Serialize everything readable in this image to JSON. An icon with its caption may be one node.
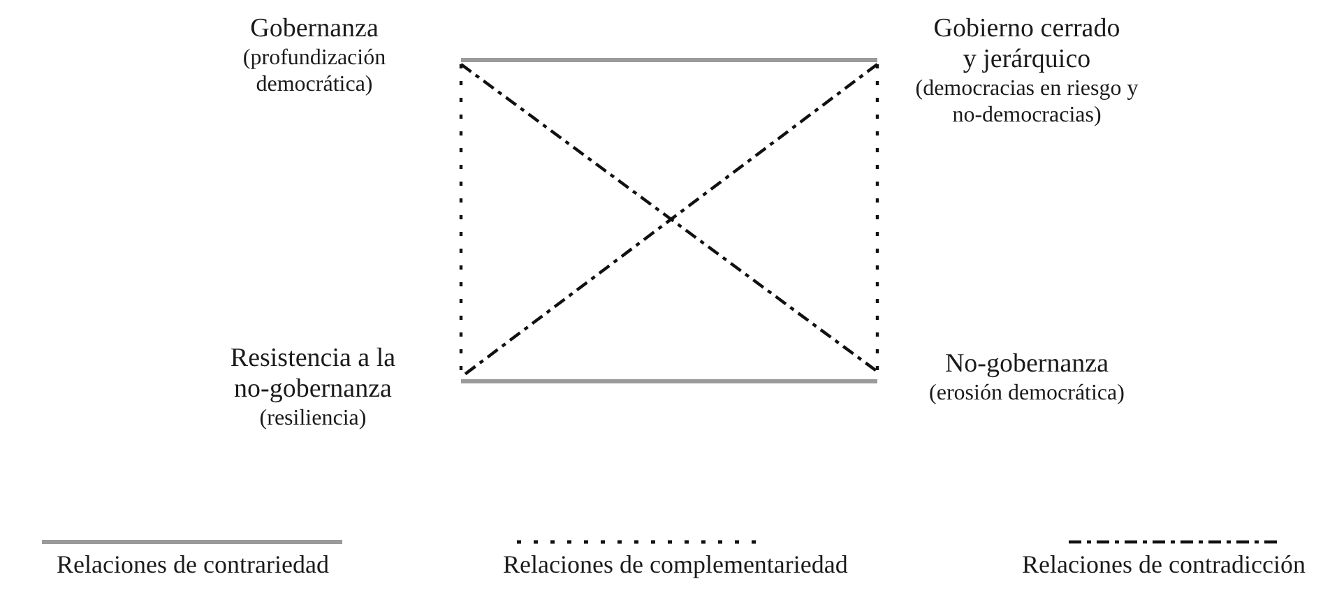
{
  "diagram": {
    "nodes": [
      {
        "text": [
          "Gobernanza",
          "(profundización democrática)"
        ]
      },
      {
        "text": [
          "Gobierno cerrado y jerárquico",
          "(democracias en riesgo y no-democracias)"
        ]
      },
      {
        "text": [
          "Resistencia a la no-gobernanza",
          "(resiliencia)"
        ]
      },
      {
        "text": [
          "No-gobernanza",
          "(erosión democrática)"
        ]
      }
    ],
    "edges": [
      {
        "from": 0,
        "to": 1,
        "arrow": "none",
        "color": "#9a9a9a"
      },
      {
        "from": 0,
        "to": 2,
        "arrow": "none",
        "style": "dashed"
      },
      {
        "from": 1,
        "to": 3,
        "arrow": "none",
        "style": "dashed"
      },
      {
        "from": 0,
        "to": 3,
        "arrow": "none",
        "style": "dashed"
      },
      {
        "from": 1,
        "to": 2,
        "arrow": "none",
        "style": "dashed"
      },
      {
        "from": 2,
        "to": 3,
        "arrow": "none",
        "color": "#9a9a9a"
      }
    ],
    "legend": [
      {
        "text": "Relaciones de contrariedad"
      },
      {
        "text": "Relaciones de complementariedad"
      },
      {
        "text": "Relaciones de contradicción"
      }
    ]
  }
}
